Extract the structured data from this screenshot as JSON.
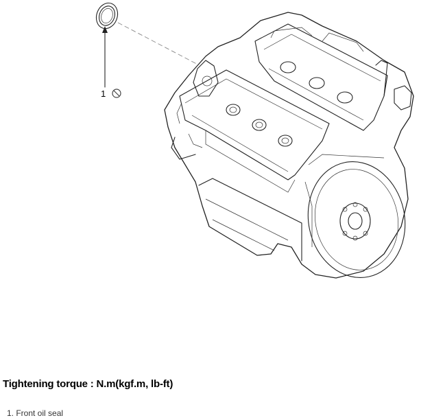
{
  "figure": {
    "callout_number": "1",
    "seal_icon": "front-oil-seal-ring",
    "engine_icon": "engine-assembly-drawing",
    "replace_symbol_icon": "do-not-reuse-symbol"
  },
  "torque_heading": "Tightening torque : N.m(kgf.m, lb-ft)",
  "legend": {
    "items": [
      {
        "label": "1. Front oil seal"
      }
    ]
  }
}
